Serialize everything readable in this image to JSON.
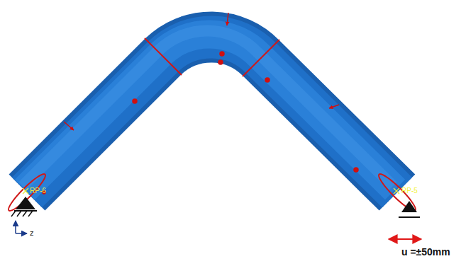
{
  "diagram": {
    "labels": [
      "RP-6",
      "RP-5",
      "z",
      "u =±50mm"
    ]
  }
}
